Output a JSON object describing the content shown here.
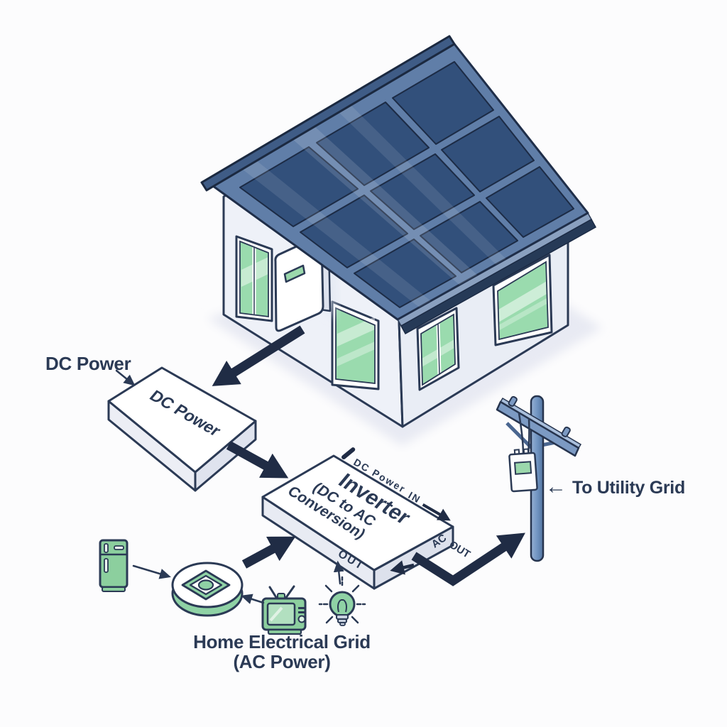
{
  "diagram": "solar-home-energy-flow",
  "labels": {
    "dc_callout": "DC Power",
    "utility_arrow": "←",
    "utility": "To Utility Grid",
    "home_line1": "Home Electrical Grid",
    "home_line2": "(AC Power)"
  },
  "platforms": {
    "dc": {
      "label": "DC Power"
    },
    "inverter": {
      "title": "Inverter",
      "sub1": "(DC to AC",
      "sub2": "Conversion)",
      "edge_in_label": "DC Power",
      "edge_in_suffix": "IN",
      "out_left": "OUT",
      "ac": "AC",
      "out_right": "OUT"
    }
  },
  "icons": {
    "house": "solar-house",
    "roof": "solar-panel-array",
    "wall_unit": "wall-inverter-unit",
    "pole": "utility-pole",
    "meter": "electric-meter",
    "fridge": "refrigerator",
    "hub": "home-grid-hub",
    "tv": "television",
    "bulb": "light-bulb"
  },
  "colors": {
    "background": "#fcfcfd",
    "outline_navy": "#2b3a55",
    "arrow_navy": "#202c45",
    "panel_blue": "#32507b",
    "panel_frame_blue": "#607ea8",
    "roof_edge_blue": "#3f5c86",
    "fascia_dark": "#263a57",
    "wall_white": "#eef1f8",
    "glass_green": "#9adbae",
    "appliance_green": "#8ccf9e",
    "pole_blue": "#7c9ac3",
    "shadow": "#e8eaf3"
  }
}
